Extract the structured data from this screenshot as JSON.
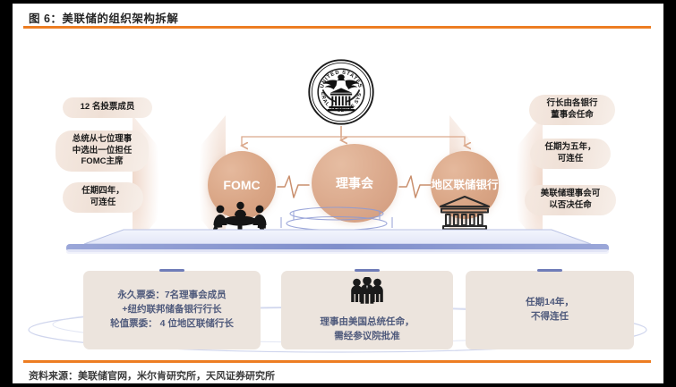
{
  "figure": {
    "title": "图 6：美联储的组织架构拆解",
    "source": "资料来源：美联储官网，米尔肯研究所，天风证券研究所",
    "accent_color": "#ED7D22",
    "node_color": "#d9a585",
    "card_color": "#ece4dd",
    "card_text_color": "#4f5a7c"
  },
  "seal": {
    "icon": "federal-reserve-seal",
    "outer_text_top": "UNITED STATES",
    "outer_text_bottom": "FEDERAL RESERVE SYSTEM"
  },
  "nodes": [
    {
      "id": "fomc",
      "label": "FOMC"
    },
    {
      "id": "board",
      "label": "理事会"
    },
    {
      "id": "banks",
      "label": "地区联储银行"
    }
  ],
  "left_notes": [
    {
      "text": "12 名投票成员"
    },
    {
      "text": "总统从七位理事\n中选出一位担任\nFOMC主席"
    },
    {
      "text": "任期四年，\n可连任"
    }
  ],
  "right_notes": [
    {
      "text": "行长由各银行\n董事会任命"
    },
    {
      "text": "任期为五年，\n可连任"
    },
    {
      "text": "美联储理事会可\n以否决任命"
    }
  ],
  "node_icons": [
    {
      "id": "meeting",
      "icon": "meeting-table-icon"
    },
    {
      "id": "bank",
      "icon": "bank-building-icon"
    }
  ],
  "cards": [
    {
      "id": "card-1",
      "icon": null,
      "text": "永久票委：7名理事会成员\n+纽约联邦储备银行行长\n轮值票委： 4 位地区联储行长"
    },
    {
      "id": "card-2",
      "icon": "three-people-icon",
      "text": "理事由美国总统任命，\n需经参议院批准"
    },
    {
      "id": "card-3",
      "icon": null,
      "text": "任期14年，\n不得连任"
    }
  ]
}
